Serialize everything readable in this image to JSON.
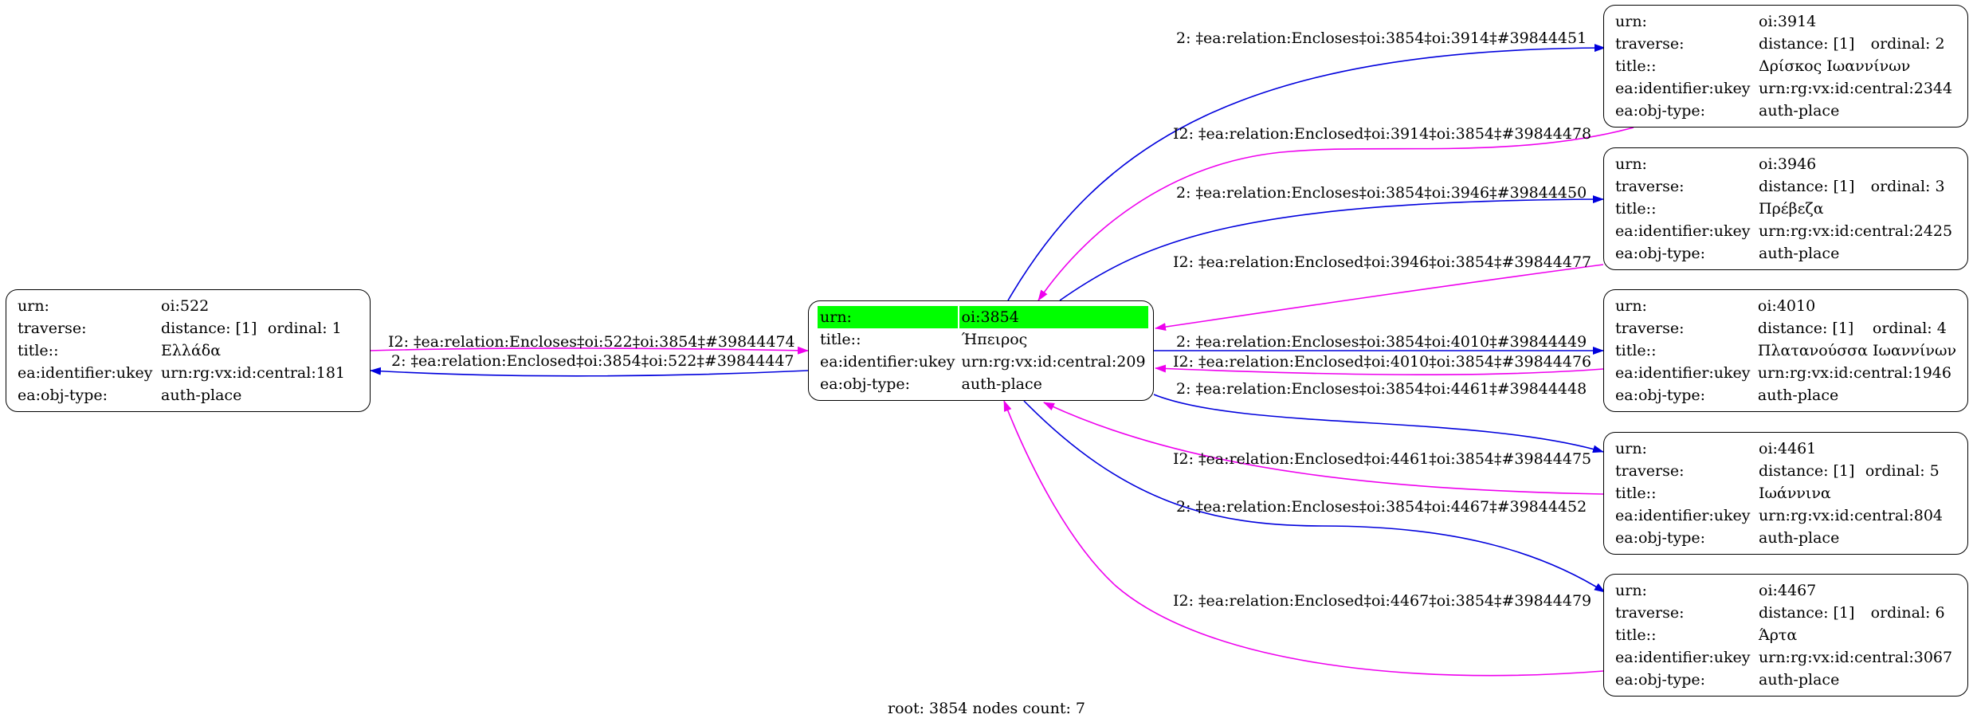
{
  "colors": {
    "encloses": "#0000dd",
    "enclosed": "#ee00ee",
    "root_highlight": "#00ff00"
  },
  "keys": {
    "urn": "urn:",
    "traverse": "traverse:",
    "title": "title::",
    "ukey": "ea:identifier:ukey",
    "objtype": "ea:obj-type:"
  },
  "root": {
    "urn": "oi:3854",
    "title": "Ήπειρος",
    "ukey": "urn:rg:vx:id:central:209",
    "objtype": "auth-place"
  },
  "nodes": {
    "n522": {
      "urn": "oi:522",
      "distance": "distance: [1]",
      "ordinal": "ordinal: 1",
      "title": "Ελλάδα",
      "ukey": "urn:rg:vx:id:central:181",
      "objtype": "auth-place"
    },
    "n3914": {
      "urn": "oi:3914",
      "distance": "distance: [1]",
      "ordinal": "ordinal: 2",
      "title": "Δρίσκος Ιωαννίνων",
      "ukey": "urn:rg:vx:id:central:2344",
      "objtype": "auth-place"
    },
    "n3946": {
      "urn": "oi:3946",
      "distance": "distance: [1]",
      "ordinal": "ordinal: 3",
      "title": "Πρέβεζα",
      "ukey": "urn:rg:vx:id:central:2425",
      "objtype": "auth-place"
    },
    "n4010": {
      "urn": "oi:4010",
      "distance": "distance: [1]",
      "ordinal": "ordinal: 4",
      "title": "Πλατανούσσα Ιωαννίνων",
      "ukey": "urn:rg:vx:id:central:1946",
      "objtype": "auth-place"
    },
    "n4461": {
      "urn": "oi:4461",
      "distance": "distance: [1]",
      "ordinal": "ordinal: 5",
      "title": "Ιωάννινα",
      "ukey": "urn:rg:vx:id:central:804",
      "objtype": "auth-place"
    },
    "n4467": {
      "urn": "oi:4467",
      "distance": "distance: [1]",
      "ordinal": "ordinal: 6",
      "title": "Άρτα",
      "ukey": "urn:rg:vx:id:central:3067",
      "objtype": "auth-place"
    }
  },
  "edges": {
    "e522_in": "I2: ‡ea:relation:Encloses‡oi:522‡oi:3854‡#39844474",
    "e522_out": "2: ‡ea:relation:Enclosed‡oi:3854‡oi:522‡#39844447",
    "e3914_out": "2: ‡ea:relation:Encloses‡oi:3854‡oi:3914‡#39844451",
    "e3914_in": "I2: ‡ea:relation:Enclosed‡oi:3914‡oi:3854‡#39844478",
    "e3946_out": "2: ‡ea:relation:Encloses‡oi:3854‡oi:3946‡#39844450",
    "e3946_in": "I2: ‡ea:relation:Enclosed‡oi:3946‡oi:3854‡#39844477",
    "e4010_out": "2: ‡ea:relation:Encloses‡oi:3854‡oi:4010‡#39844449",
    "e4010_in": "I2: ‡ea:relation:Enclosed‡oi:4010‡oi:3854‡#39844476",
    "e4461_out": "2: ‡ea:relation:Encloses‡oi:3854‡oi:4461‡#39844448",
    "e4461_in": "I2: ‡ea:relation:Enclosed‡oi:4461‡oi:3854‡#39844475",
    "e4467_out": "2: ‡ea:relation:Encloses‡oi:3854‡oi:4467‡#39844452",
    "e4467_in": "I2: ‡ea:relation:Enclosed‡oi:4467‡oi:3854‡#39844479"
  },
  "footer": "root: 3854 nodes count: 7"
}
